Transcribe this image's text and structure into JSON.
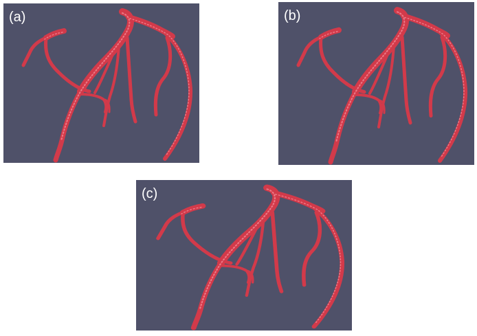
{
  "panels": [
    {
      "id": "a",
      "label": "(a)"
    },
    {
      "id": "b",
      "label": "(b)"
    },
    {
      "id": "c",
      "label": "(c)"
    }
  ],
  "colors": {
    "background": "#4f5169",
    "vessel": "#d23a4a",
    "label": "#ffffff"
  }
}
